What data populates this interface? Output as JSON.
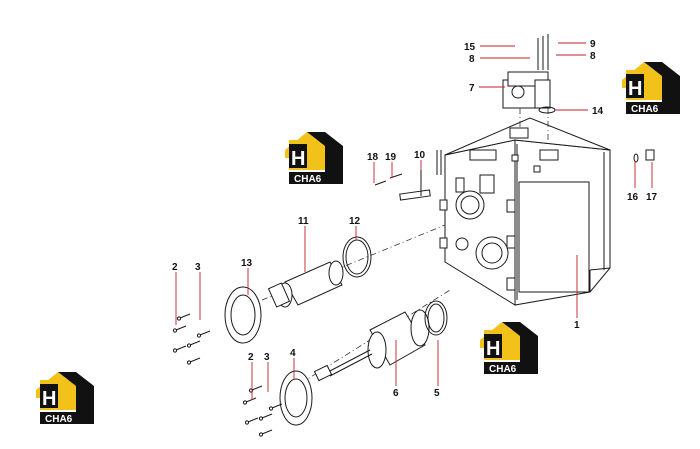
{
  "logo": {
    "wordmark": "CHA6",
    "colors": {
      "yellow": "#f2c21b",
      "black": "#111111"
    }
  },
  "labels": {
    "p1": "1",
    "p2a": "2",
    "p2b": "2",
    "p3a": "3",
    "p3b": "3",
    "p4": "4",
    "p5": "5",
    "p6": "6",
    "p7": "7",
    "p8a": "8",
    "p8b": "8",
    "p9": "9",
    "p10": "10",
    "p11": "11",
    "p12": "12",
    "p13": "13",
    "p14": "14",
    "p15": "15",
    "p16": "16",
    "p17": "17",
    "p18": "18",
    "p19": "19"
  },
  "colors": {
    "leader": "#c0202a",
    "line": "#1a1a1a"
  }
}
